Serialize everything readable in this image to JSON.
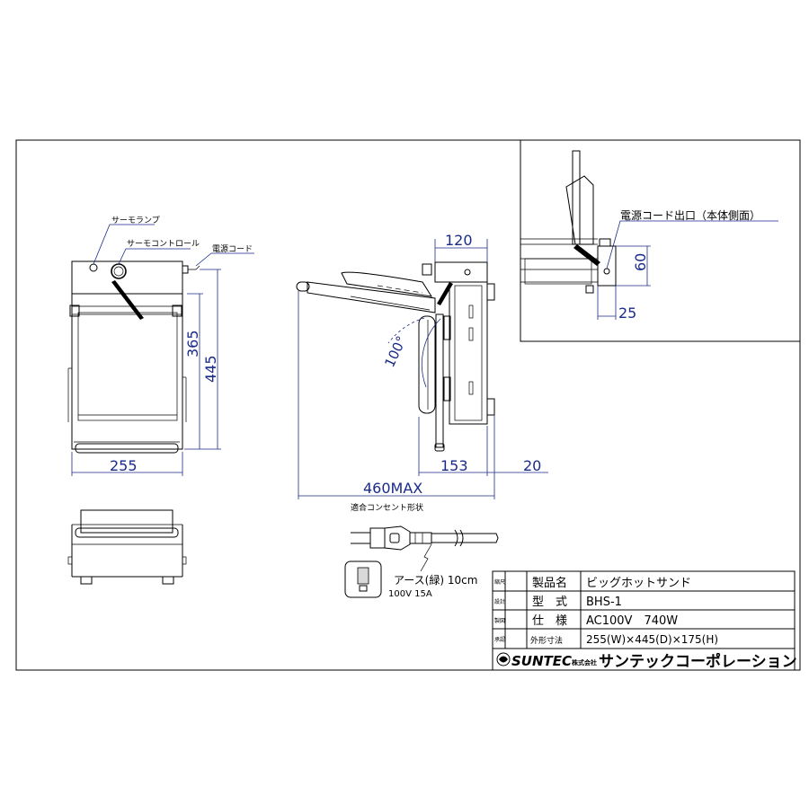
{
  "labels": {
    "thermo_lamp": "サーモランプ",
    "thermo_control": "サーモコントロール",
    "power_cord": "電源コード",
    "cord_outlet": "電源コード出口（本体側面）",
    "outlet_shape": "適合コンセント形状",
    "earth": "アース(緑) 10cm",
    "plug_rating": "100V 15A"
  },
  "dimensions": {
    "width": "255",
    "depth_inner": "365",
    "depth_total": "445",
    "side_top": "120",
    "side_bottom": "153",
    "side_offset": "20",
    "max_length": "460MAX",
    "angle": "100°",
    "inset_height": "60",
    "inset_width": "25"
  },
  "title_block": {
    "side_labels": [
      "縮尺",
      "設計",
      "製図",
      "承認"
    ],
    "rows": [
      {
        "label": "製品名",
        "value": "ビッグホットサンド"
      },
      {
        "label": "型　式",
        "value": "BHS-1"
      },
      {
        "label": "仕　様",
        "value": "AC100V　740W"
      },
      {
        "label": "外形寸法",
        "value": "255(W)×445(D)×175(H)"
      }
    ],
    "brand_logo": "SUNTEC",
    "company_prefix": "株式会社",
    "company_name": "サンテックコーポレーション"
  }
}
